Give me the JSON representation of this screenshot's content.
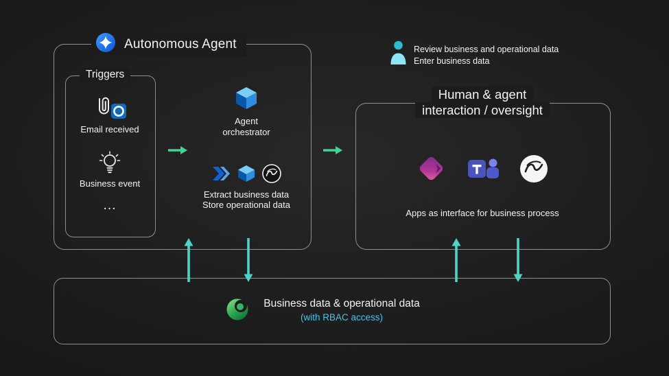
{
  "agent_box": {
    "title": "Autonomous Agent",
    "triggers": {
      "title": "Triggers",
      "email_label": "Email received",
      "event_label": "Business event",
      "more_label": "…"
    },
    "orchestrator": {
      "line1": "Agent",
      "line2": "orchestrator"
    },
    "extract": {
      "line1": "Extract business data",
      "line2": "Store operational data"
    }
  },
  "user_note": {
    "line1": "Review business and operational data",
    "line2": "Enter business data"
  },
  "human_box": {
    "title1": "Human & agent",
    "title2": "interaction / oversight",
    "caption": "Apps as interface for business process"
  },
  "data_box": {
    "title": "Business data & operational data",
    "subtitle": "(with RBAC access)"
  },
  "colors": {
    "background": "#1c1c1c",
    "box_border": "#8f8f8f",
    "text": "#f3f3f3",
    "arrow_green": "#3fd592",
    "arrow_teal": "#4fd2c8",
    "rbac_blue": "#47c4ea",
    "copilot_blue": "#0a55d6"
  },
  "icons": {
    "agent_logo": "copilot-sparkle-icon",
    "email": "paperclip-outlook-icon",
    "business_event": "lightbulb-icon",
    "orchestrator": "blue-cube-icon",
    "extract_row": [
      "flow-chevron-icon",
      "blue-cube-icon",
      "scribble-logo-icon"
    ],
    "human_row": [
      "power-apps-icon",
      "teams-icon",
      "scribble-logo-icon"
    ],
    "reviewer": "person-icon",
    "data_store": "green-swirl-icon"
  }
}
